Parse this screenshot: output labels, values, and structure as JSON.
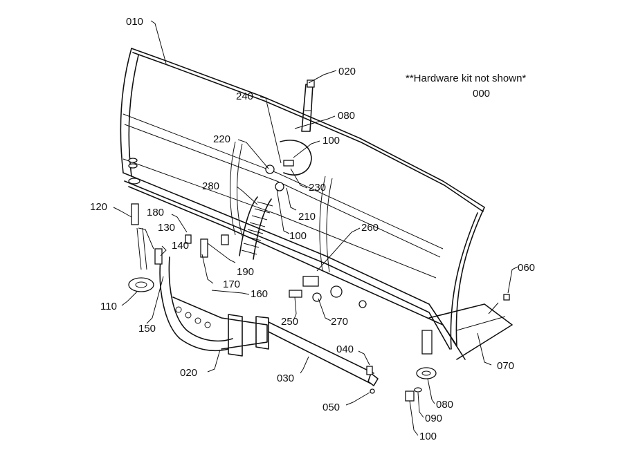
{
  "note": {
    "line1": "**Hardware kit not shown*",
    "line2": "000"
  },
  "callouts": {
    "c010": "010",
    "c020_top": "020",
    "c240": "240",
    "c080_top": "080",
    "c220": "220",
    "c100_top": "100",
    "c230": "230",
    "c280": "280",
    "c210": "210",
    "c120": "120",
    "c180": "180",
    "c130": "130",
    "c100_mid": "100",
    "c260": "260",
    "c140": "140",
    "c190": "190",
    "c170": "170",
    "c160": "160",
    "c060": "060",
    "c110": "110",
    "c150": "150",
    "c250": "250",
    "c270": "270",
    "c070": "070",
    "c040": "040",
    "c020_bottom": "020",
    "c030": "030",
    "c080_bottom": "080",
    "c050": "050",
    "c090": "090",
    "c100_bottom": "100"
  }
}
